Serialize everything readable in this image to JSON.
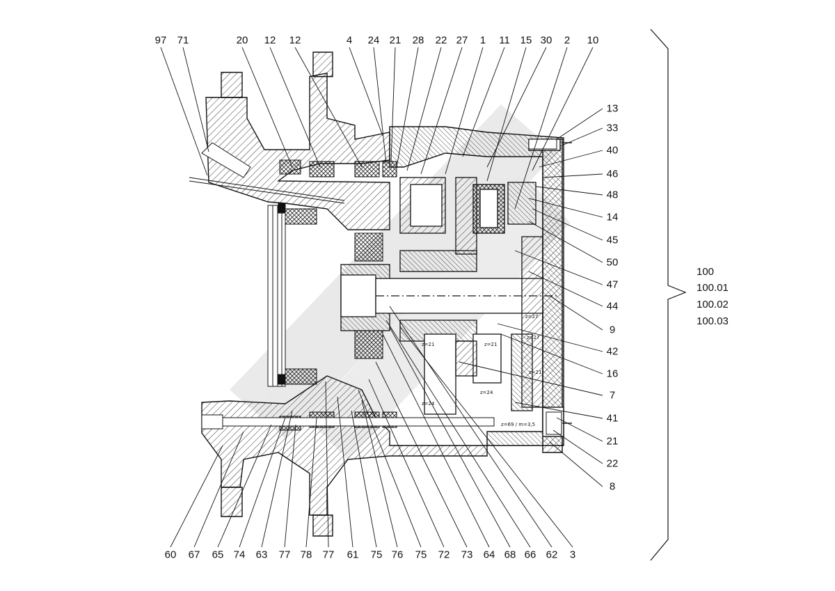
{
  "top_labels": [
    "97",
    "71",
    "20",
    "12",
    "12",
    "4",
    "24",
    "21",
    "28",
    "22",
    "27",
    "1",
    "11",
    "15",
    "30",
    "2",
    "10"
  ],
  "right_labels": [
    "13",
    "33",
    "40",
    "46",
    "48",
    "14",
    "45",
    "50",
    "47",
    "44",
    "9",
    "42",
    "16",
    "7",
    "41",
    "21",
    "22",
    "8"
  ],
  "bottom_labels": [
    "60",
    "67",
    "65",
    "74",
    "63",
    "77",
    "78",
    "77",
    "61",
    "75",
    "76",
    "75",
    "72",
    "73",
    "64",
    "68",
    "66",
    "62",
    "3"
  ],
  "assembly_numbers": [
    "100",
    "100.01",
    "100.02",
    "100.03"
  ],
  "gear_annotations": [
    "z=21",
    "z=21",
    "z=27",
    "z=27",
    "z=24",
    "z=21",
    "z=24",
    "z=69 / m=3,5"
  ]
}
